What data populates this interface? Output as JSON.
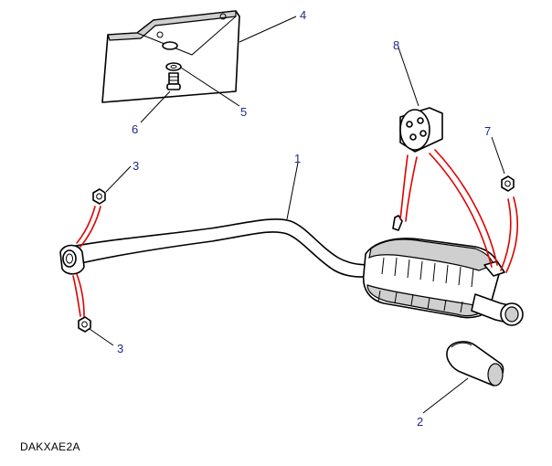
{
  "diagram_code": "DAKXAE2A",
  "callouts": [
    {
      "id": "c1",
      "text": "1"
    },
    {
      "id": "c2",
      "text": "2"
    },
    {
      "id": "c3a",
      "text": "3"
    },
    {
      "id": "c3b",
      "text": "3"
    },
    {
      "id": "c4",
      "text": "4"
    },
    {
      "id": "c5",
      "text": "5"
    },
    {
      "id": "c6",
      "text": "6"
    },
    {
      "id": "c7",
      "text": "7"
    },
    {
      "id": "c8",
      "text": "8"
    }
  ],
  "colors": {
    "callout_text": "#1c2a8c",
    "fitment_lines": "#e00000",
    "line_art": "#000000"
  }
}
